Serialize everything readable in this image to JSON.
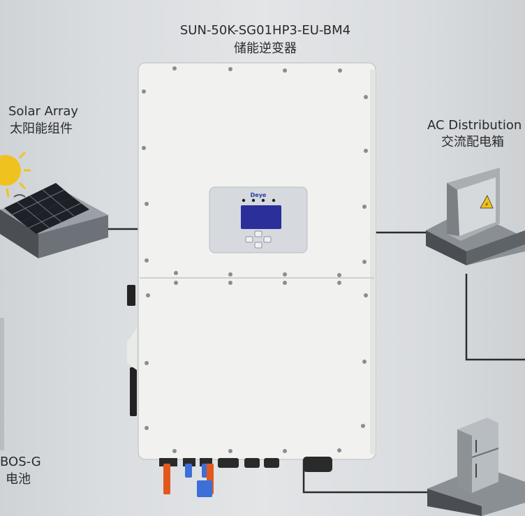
{
  "product": {
    "model": "SUN-50K-SG01HP3-EU-BM4",
    "subtitle": "储能逆变器",
    "brand": "Deye"
  },
  "labels": {
    "solar_en": "Solar Array",
    "solar_cn": "太阳能组件",
    "ac_en": "AC Distribution",
    "ac_cn": "交流配电箱",
    "battery_en": "BOS-G",
    "battery_cn": "电池"
  },
  "colors": {
    "inverter_body": "#f1f2ef",
    "display_screen": "#2a2f9a",
    "led": "#1b1d28",
    "terminal_orange": "#e2581d",
    "terminal_blue": "#3d6fd8",
    "diagram_line": "#2b2b2b"
  }
}
